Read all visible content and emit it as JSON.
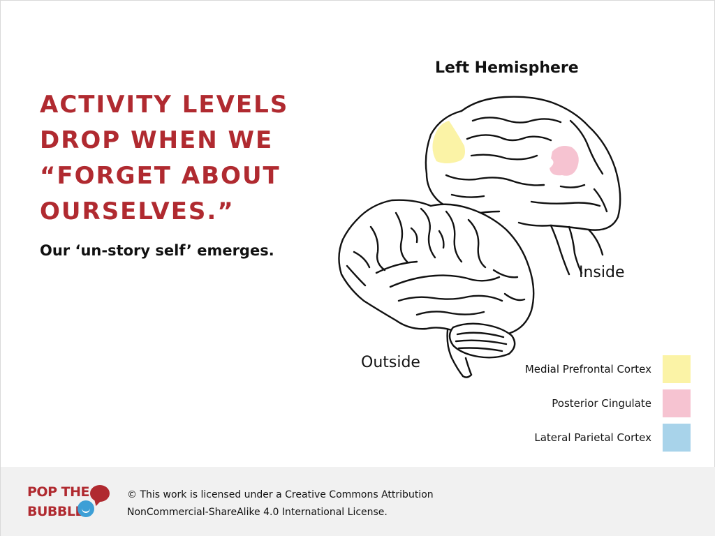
{
  "headline": {
    "lines": [
      "ACTIVITY LEVELS",
      "DROP WHEN WE",
      "“FORGET ABOUT",
      "OURSELVES.”"
    ]
  },
  "subline": "Our ‘un-story self’ emerges.",
  "diagram": {
    "hemisphere_label": "Left Hemisphere",
    "inside_label": "Inside",
    "outside_label": "Outside"
  },
  "legend": [
    {
      "label": "Medial Prefrontal Cortex",
      "color": "#fbf3a6"
    },
    {
      "label": "Posterior Cingulate",
      "color": "#f6c3d1"
    },
    {
      "label": "Lateral Parietal Cortex",
      "color": "#a8d3ea"
    }
  ],
  "footer": {
    "logo_lines": [
      "POP THE",
      "BUBBLE"
    ],
    "license_lines": [
      "© This work is licensed under a Creative Commons Attribution",
      "NonCommercial-ShareAlike 4.0 International License."
    ]
  },
  "colors": {
    "accent": "#b02a30",
    "logo_blue": "#3d9fd6",
    "footer_bg": "#f1f1f1"
  }
}
